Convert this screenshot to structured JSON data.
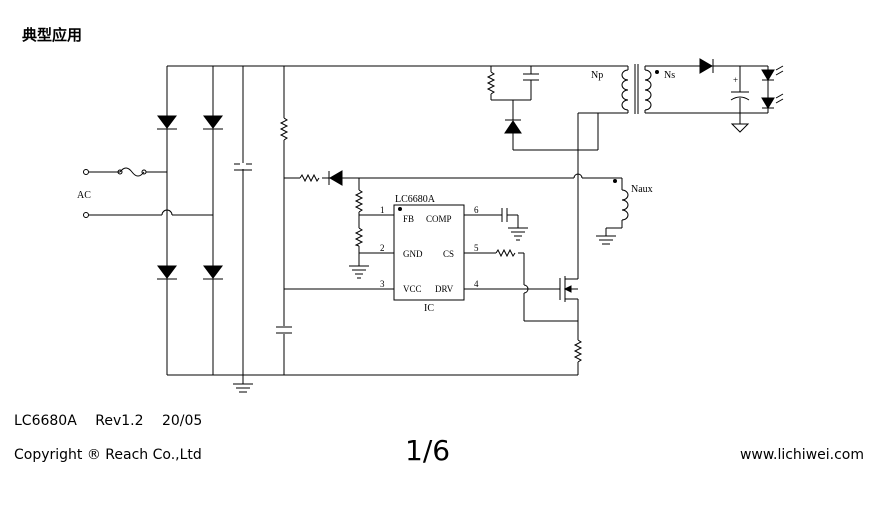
{
  "section_title": "典型应用",
  "diagram": {
    "ac_label": "AC",
    "ic_part": "LC6680A",
    "ic_label": "IC",
    "pins": {
      "fb": "FB",
      "gnd": "GND",
      "vcc": "VCC",
      "comp": "COMP",
      "cs": "CS",
      "drv": "DRV",
      "n1": "1",
      "n2": "2",
      "n3": "3",
      "n4": "4",
      "n5": "5",
      "n6": "6"
    },
    "np_label": "Np",
    "ns_label": "Ns",
    "naux_label": "Naux",
    "cap_plus": "+"
  },
  "footer": {
    "part": "LC6680A",
    "rev": "Rev1.2",
    "date": "20/05",
    "copyright": "Copyright ® Reach Co.,Ltd",
    "page": "1/6",
    "website": "www.lichiwei.com"
  }
}
